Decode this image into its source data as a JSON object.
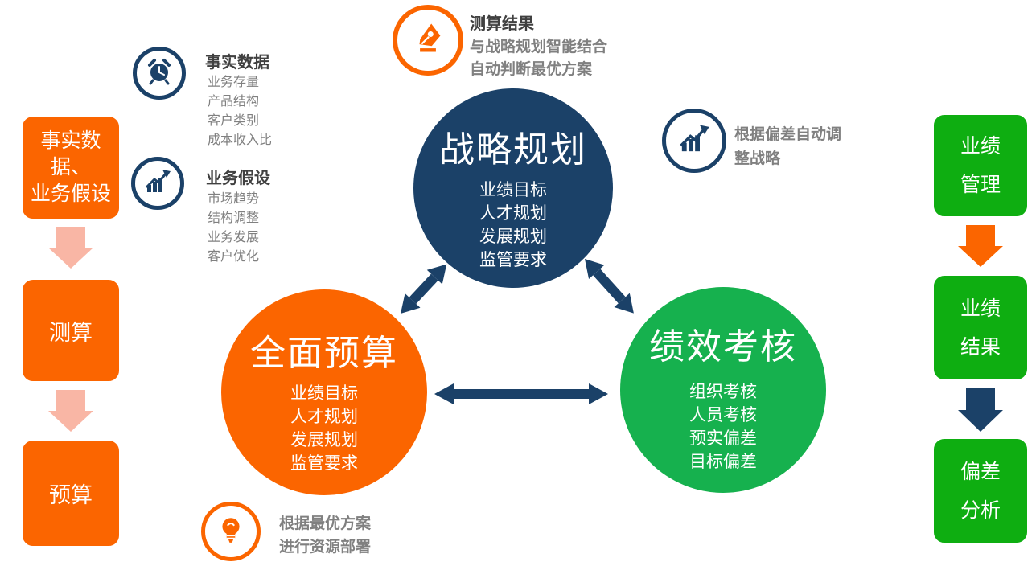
{
  "colors": {
    "orange": "#FB6500",
    "navy": "#1B4168",
    "green_circle": "#16B14E",
    "green_box": "#0EAE11",
    "pink_arrow": "#F9B6A5",
    "gray_text": "#808080",
    "dark_text": "#404040",
    "white": "#FFFFFF"
  },
  "left_flow": {
    "box1": {
      "line1": "事实数据、",
      "line2": "业务假设"
    },
    "box2": {
      "label": "测算"
    },
    "box3": {
      "label": "预算"
    }
  },
  "right_flow": {
    "box1": {
      "line1": "业绩",
      "line2": "管理"
    },
    "box2": {
      "line1": "业绩",
      "line2": "结果"
    },
    "box3": {
      "line1": "偏差",
      "line2": "分析"
    }
  },
  "circles": {
    "strategy": {
      "title": "战略规划",
      "items": [
        "业绩目标",
        "人才规划",
        "发展规划",
        "监管要求"
      ]
    },
    "budget": {
      "title": "全面预算",
      "items": [
        "业绩目标",
        "人才规划",
        "发展规划",
        "监管要求"
      ]
    },
    "performance": {
      "title": "绩效考核",
      "items": [
        "组织考核",
        "人员考核",
        "预实偏差",
        "目标偏差"
      ]
    }
  },
  "annotations": {
    "fact_data": {
      "icon": "alarm-clock-icon",
      "title": "事实数据",
      "items": [
        "业务存量",
        "产品结构",
        "客户类别",
        "成本收入比"
      ]
    },
    "assumption": {
      "icon": "growth-chart-icon",
      "title": "业务假设",
      "items": [
        "市场趋势",
        "结构调整",
        "业务发展",
        "客户优化"
      ]
    },
    "calc_result": {
      "icon": "pen-icon",
      "title": "测算结果",
      "line1": "与战略规划智能结合",
      "line2": "自动判断最优方案"
    },
    "adjust": {
      "icon": "growth-chart-icon",
      "line1": "根据偏差自动调",
      "line2": "整战略"
    },
    "deploy": {
      "icon": "lightbulb-icon",
      "line1": "根据最优方案",
      "line2": "进行资源部署"
    }
  }
}
